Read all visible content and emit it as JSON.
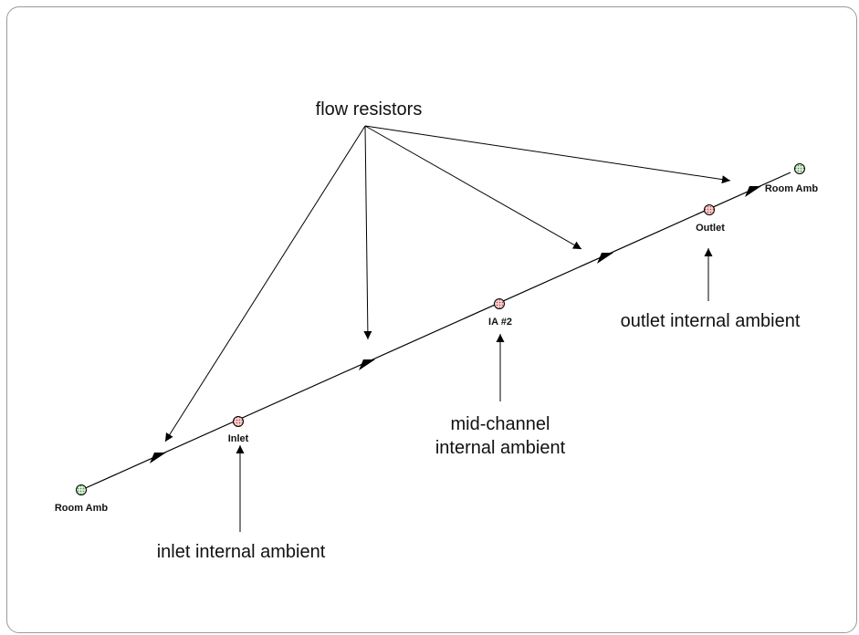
{
  "labels": {
    "flow_resistors": "flow resistors",
    "inlet_internal_ambient": "inlet internal ambient",
    "mid_channel_line1": "mid-channel",
    "mid_channel_line2": "internal ambient",
    "outlet_internal_ambient": "outlet internal ambient"
  },
  "nodes": {
    "room_amb_left": "Room Amb",
    "inlet": "Inlet",
    "ia2": "IA #2",
    "outlet": "Outlet",
    "room_amb_right": "Room Amb"
  },
  "colors": {
    "boundary_node": "#7fc77f",
    "internal_node": "#e07878",
    "line": "#000000"
  }
}
